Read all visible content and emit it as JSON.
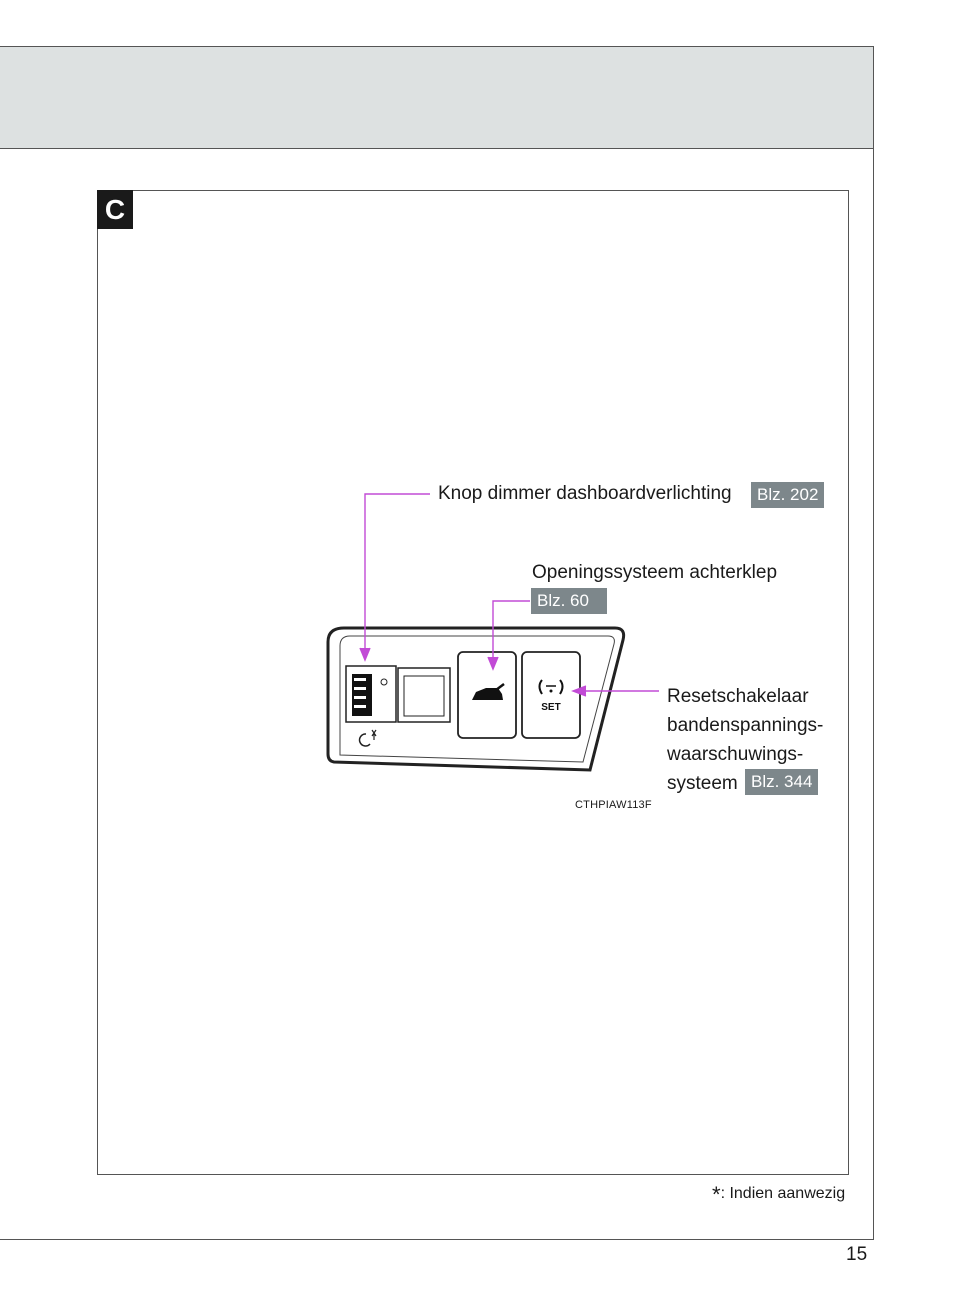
{
  "section": {
    "letter": "C"
  },
  "callouts": {
    "dimmer": {
      "label": "Knop dimmer dashboardverlichting",
      "page_ref": "Blz. 202"
    },
    "trunk": {
      "label": "Openingssysteem achterklep",
      "page_ref": "Blz. 60"
    },
    "tpms": {
      "lines": [
        "Resetschakelaar",
        "bandenspannings-",
        "waarschuwings-",
        "systeem"
      ],
      "page_ref": "Blz. 344"
    }
  },
  "panel": {
    "set_label": "SET"
  },
  "figure_code": "CTHPIAW113F",
  "footnote": {
    "symbol": "*",
    "text": ": Indien aanwezig"
  },
  "page_number": "15",
  "colors": {
    "leader": "#c24bd6",
    "badge": "#7d878b",
    "header_band": "#dde1e1"
  }
}
